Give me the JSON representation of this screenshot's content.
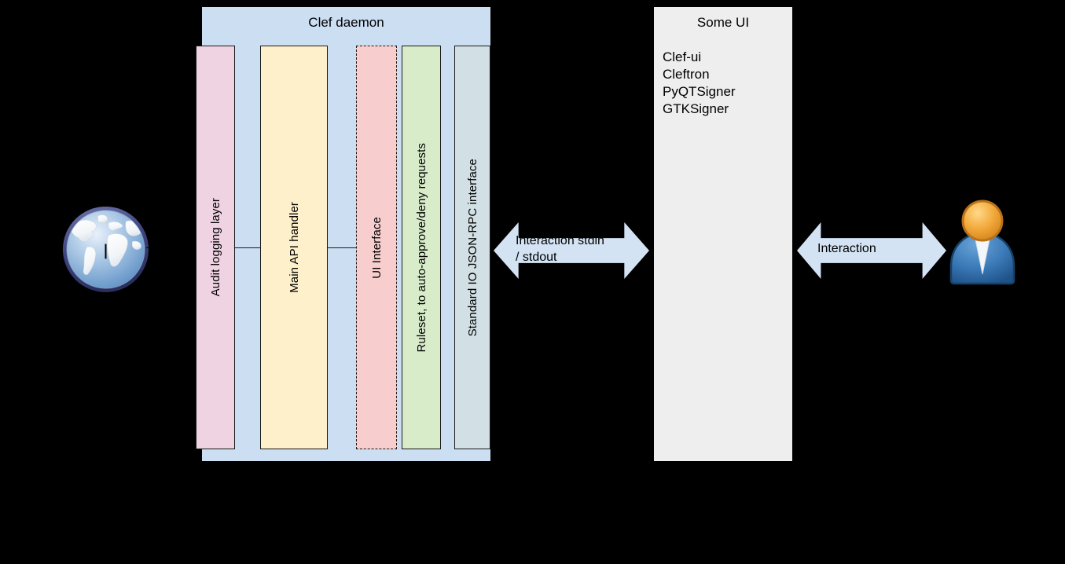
{
  "diagram": {
    "daemon": {
      "title": "Clef daemon",
      "columns": [
        {
          "id": "audit-logging-layer",
          "label": "Audit logging layer",
          "fill": "#efd3e2",
          "border": "solid"
        },
        {
          "id": "main-api-handler",
          "label": "Main API handler",
          "fill": "#fff0cc",
          "border": "solid"
        },
        {
          "id": "ui-interface",
          "label": "UI Interface",
          "fill": "#f8cdcd",
          "border": "dashed"
        },
        {
          "id": "ruleset",
          "label": "Ruleset, to auto-approve/deny requests",
          "fill": "#d8ecca",
          "border": "solid"
        },
        {
          "id": "standard-io-jsonrpc",
          "label": "Standard IO JSON-RPC interface",
          "fill": "#d2e0e6",
          "border": "solid"
        }
      ],
      "fill": "#cbdef2"
    },
    "some_ui": {
      "title": "Some UI",
      "items": [
        "Clef-ui",
        "Cleftron",
        "PyQTSigner",
        "GTKSigner"
      ],
      "fill": "#eeeeee"
    },
    "arrows": [
      {
        "id": "stdio-arrow",
        "label": "Interaction stdin\n/ stdout",
        "fill": "#d3e3f3"
      },
      {
        "id": "user-arrow",
        "label": "Interaction",
        "fill": "#d3e3f3"
      }
    ],
    "icons": [
      {
        "id": "globe-icon",
        "name": "internet-globe"
      },
      {
        "id": "user-icon",
        "name": "user-person"
      }
    ],
    "background": "#000000"
  }
}
